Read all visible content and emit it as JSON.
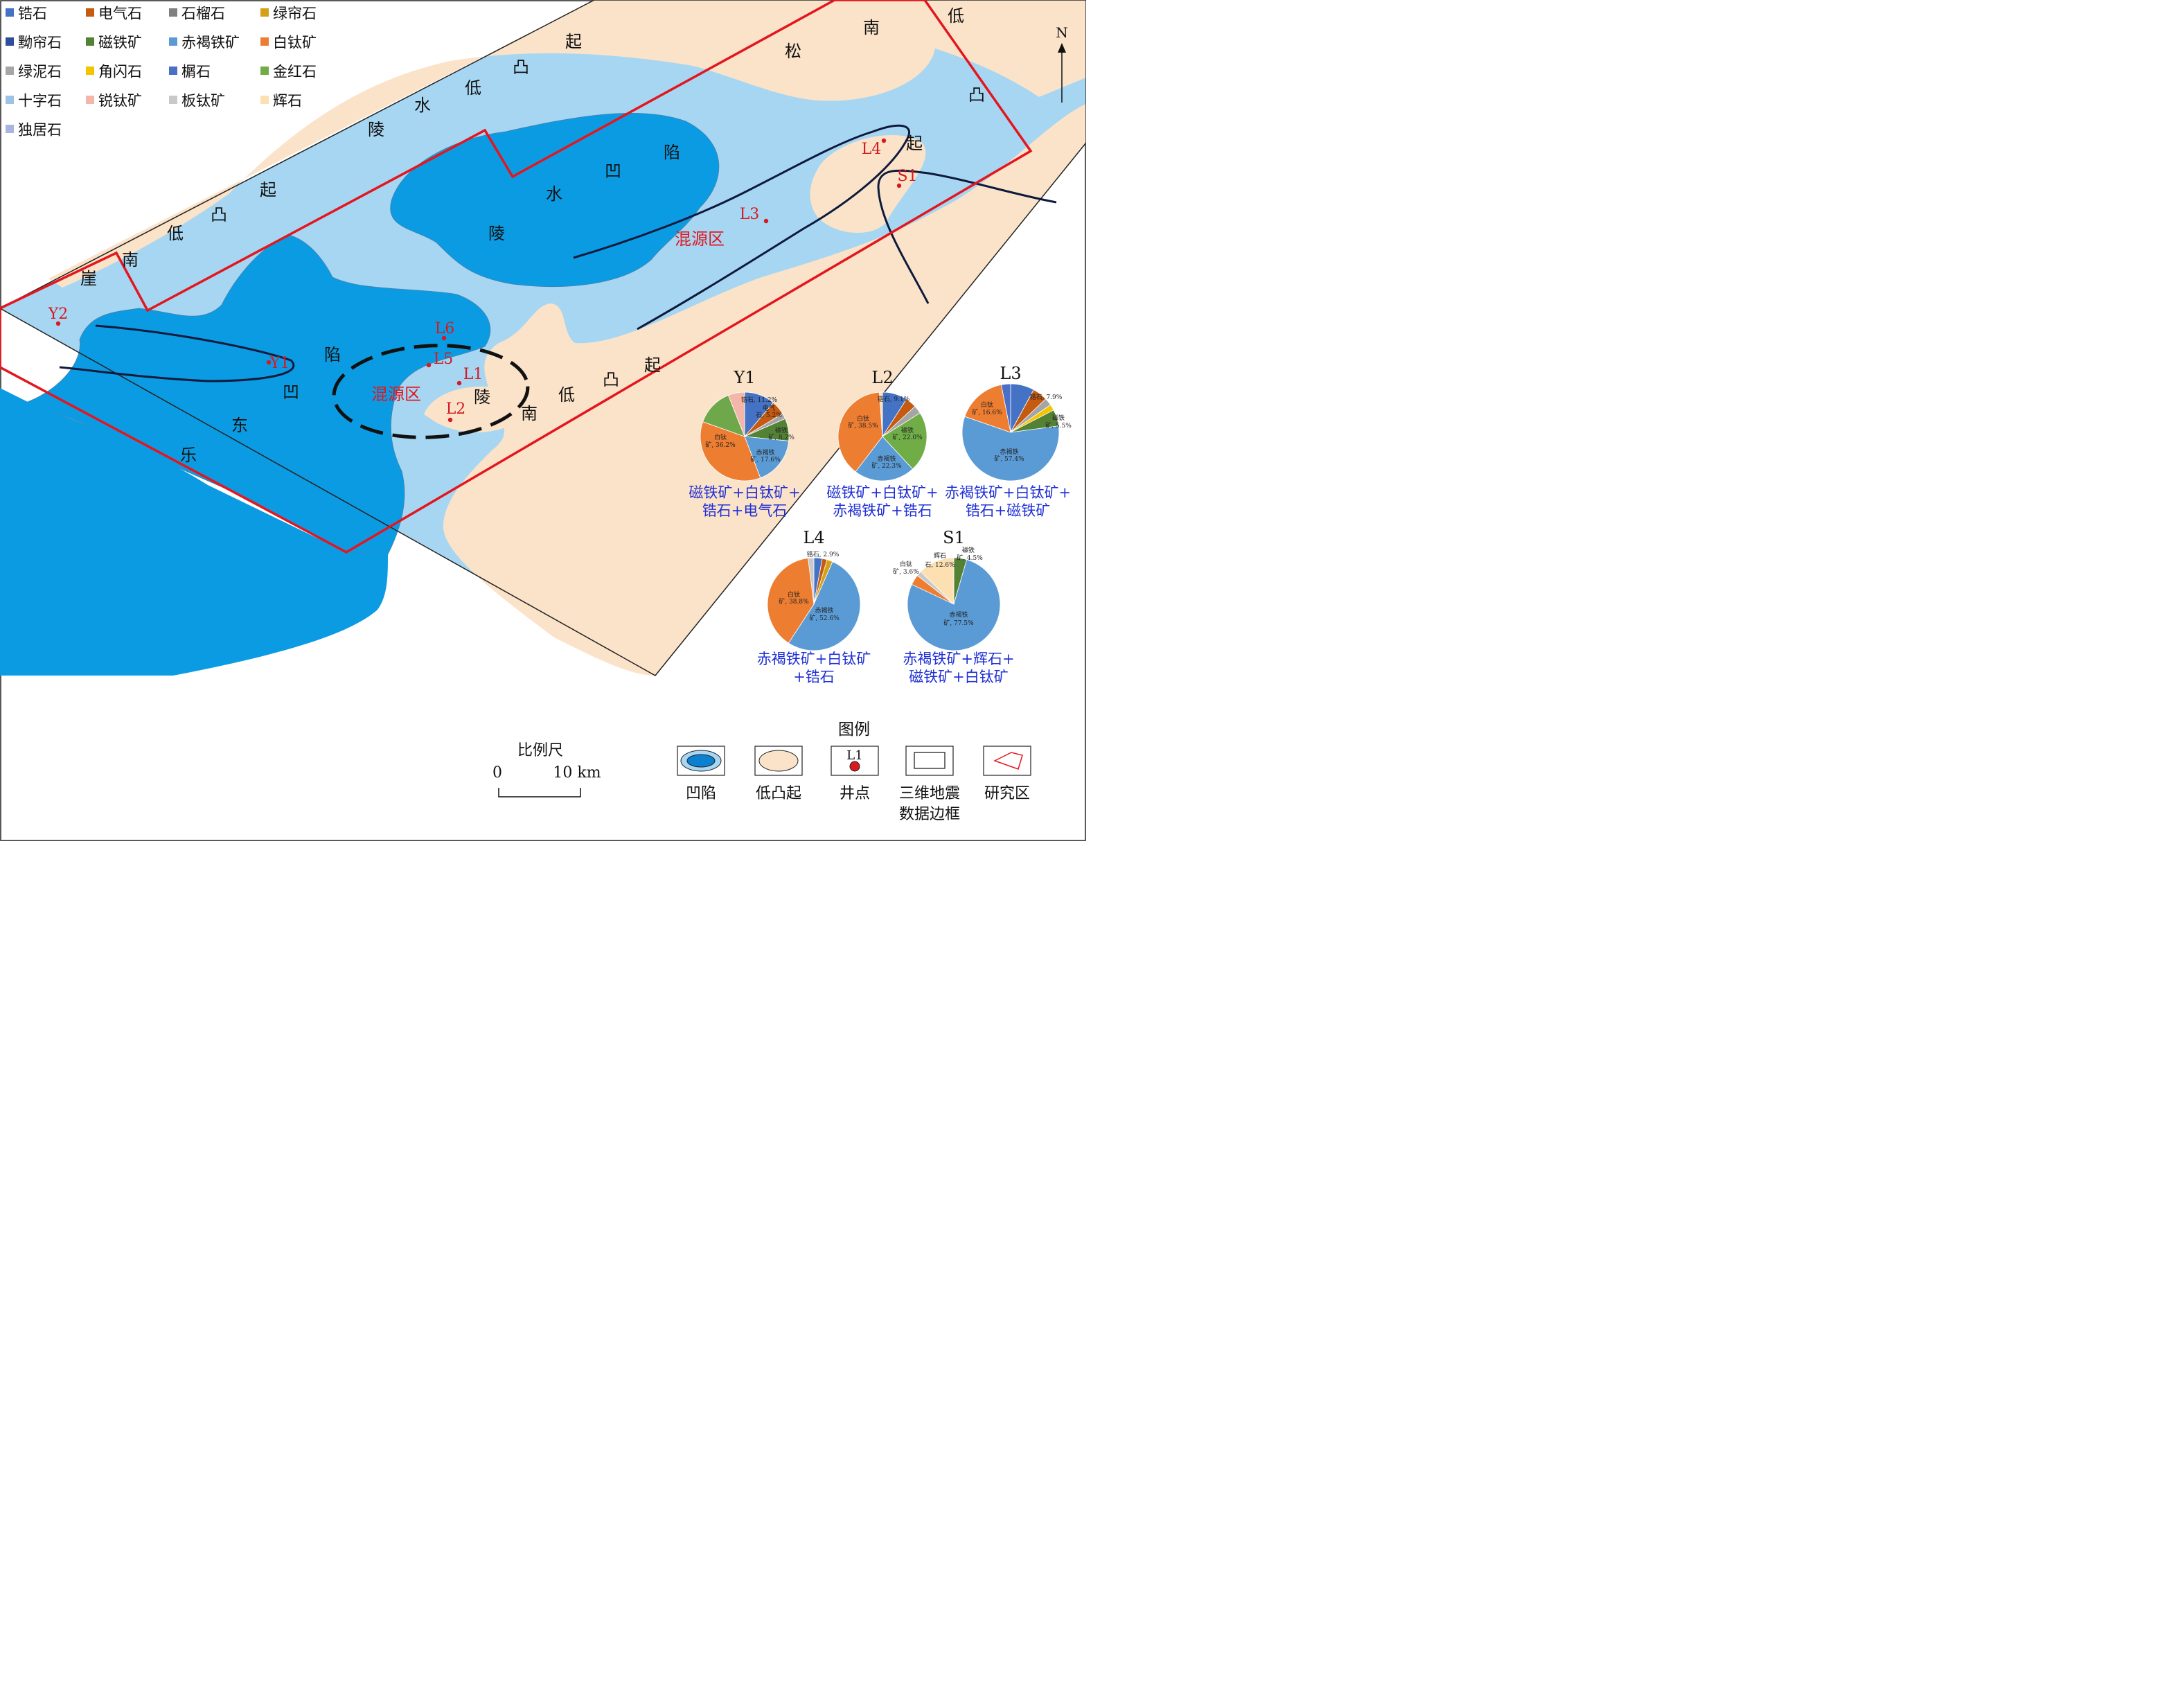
{
  "mineral_legend": [
    {
      "label": "锆石",
      "color": "#4472c4"
    },
    {
      "label": "电气石",
      "color": "#c55a11"
    },
    {
      "label": "石榴石",
      "color": "#808080"
    },
    {
      "label": "绿帘石",
      "color": "#d4a017"
    },
    {
      "label": "黝帘石",
      "color": "#2e4d9a"
    },
    {
      "label": "磁铁矿",
      "color": "#548235"
    },
    {
      "label": "赤褐铁矿",
      "color": "#5b9bd5"
    },
    {
      "label": "白钛矿",
      "color": "#ed7d31"
    },
    {
      "label": "绿泥石",
      "color": "#a6a6a6"
    },
    {
      "label": "角闪石",
      "color": "#f2c500"
    },
    {
      "label": "榍石",
      "color": "#4a6fc7"
    },
    {
      "label": "金红石",
      "color": "#70ad47"
    },
    {
      "label": "十字石",
      "color": "#9dc3e6"
    },
    {
      "label": "锐钛矿",
      "color": "#f4b6a9"
    },
    {
      "label": "板钛矿",
      "color": "#c9c9c9"
    },
    {
      "label": "辉石",
      "color": "#fce0b2"
    },
    {
      "label": "独居石",
      "color": "#a9b4e0"
    }
  ],
  "north_label": "N",
  "region_labels": {
    "north_uplift": [
      "松",
      "南",
      "低",
      "凸",
      "起"
    ],
    "lingshui_uplift": [
      "陵",
      "水",
      "低",
      "凸",
      "起"
    ],
    "yanan_uplift": [
      "崖",
      "南",
      "低",
      "凸",
      "起"
    ],
    "lingshui_sag": [
      "陵",
      "水",
      "凹",
      "陷"
    ],
    "ledong_sag": [
      "乐",
      "东",
      "凹",
      "陷"
    ],
    "lingnan_uplift": [
      "陵",
      "南",
      "低",
      "凸",
      "起"
    ],
    "mixed_zone_1": "混源区",
    "mixed_zone_2": "混源区"
  },
  "wells": [
    {
      "name": "Y2"
    },
    {
      "name": "Y1"
    },
    {
      "name": "L6"
    },
    {
      "name": "L5"
    },
    {
      "name": "L1"
    },
    {
      "name": "L2"
    },
    {
      "name": "L3"
    },
    {
      "name": "L4"
    },
    {
      "name": "S1"
    }
  ],
  "pies": [
    {
      "title": "Y1",
      "caption": [
        "磁铁矿+白钛矿+",
        "锆石+电气石"
      ],
      "slices": [
        {
          "mineral": "锆石",
          "value": 11.2,
          "color": "#4472c4"
        },
        {
          "mineral": "电气石",
          "value": 5.2,
          "color": "#c55a11"
        },
        {
          "mineral": "其他",
          "value": 2.0,
          "color": "#a5a5a5"
        },
        {
          "mineral": "磁铁矿",
          "value": 8.2,
          "color": "#548235"
        },
        {
          "mineral": "赤褐铁矿",
          "value": 17.6,
          "color": "#5b9bd5"
        },
        {
          "mineral": "白钛矿",
          "value": 36.2,
          "color": "#ed7d31"
        },
        {
          "mineral": "其他",
          "value": 13.6,
          "color": "#6fa84a"
        },
        {
          "mineral": "其他",
          "value": 6.0,
          "color": "#f4b6a9"
        }
      ],
      "labels": [
        "锆石, 11.2%",
        "电气",
        "石, 5.2%",
        "磁铁",
        "矿, 8.2%",
        "赤褐铁",
        "矿, 17.6%",
        "白钛",
        "矿, 36.2%"
      ]
    },
    {
      "title": "L2",
      "caption": [
        "磁铁矿+白钛矿+",
        "赤褐铁矿+锆石"
      ],
      "slices": [
        {
          "mineral": "锆石",
          "value": 9.1,
          "color": "#4472c4"
        },
        {
          "mineral": "电气石",
          "value": 4.0,
          "color": "#c55a11"
        },
        {
          "mineral": "其他",
          "value": 3.0,
          "color": "#a5a5a5"
        },
        {
          "mineral": "磁铁矿",
          "value": 22.0,
          "color": "#70ad47"
        },
        {
          "mineral": "赤褐铁矿",
          "value": 22.3,
          "color": "#5b9bd5"
        },
        {
          "mineral": "白钛矿",
          "value": 38.5,
          "color": "#ed7d31"
        },
        {
          "mineral": "其他",
          "value": 1.1,
          "color": "#fce0b2"
        }
      ],
      "labels": [
        "锆石, 9.1%",
        "磁铁",
        "矿, 22.0%",
        "赤褐铁",
        "矿, 22.3%",
        "白钛",
        "矿, 38.5%"
      ]
    },
    {
      "title": "L3",
      "caption": [
        "赤褐铁矿+白钛矿+",
        "锆石+磁铁矿"
      ],
      "slices": [
        {
          "mineral": "锆石",
          "value": 7.9,
          "color": "#4472c4"
        },
        {
          "mineral": "电气石",
          "value": 5.0,
          "color": "#c55a11"
        },
        {
          "mineral": "其他",
          "value": 2.5,
          "color": "#a5a5a5"
        },
        {
          "mineral": "其他",
          "value": 2.0,
          "color": "#f2c500"
        },
        {
          "mineral": "磁铁矿",
          "value": 5.5,
          "color": "#548235"
        },
        {
          "mineral": "赤褐铁矿",
          "value": 57.4,
          "color": "#5b9bd5"
        },
        {
          "mineral": "白钛矿",
          "value": 16.6,
          "color": "#ed7d31"
        },
        {
          "mineral": "其他",
          "value": 3.1,
          "color": "#4a6fc7"
        }
      ],
      "labels": [
        "锆石, 7.9%",
        "磁铁",
        "矿, 5.5%",
        "赤褐铁",
        "矿, 57.4%",
        "白钛",
        "矿, 16.6%"
      ]
    },
    {
      "title": "L4",
      "caption": [
        "赤褐铁矿+白钛矿",
        "+锆石"
      ],
      "slices": [
        {
          "mineral": "锆石",
          "value": 2.9,
          "color": "#4472c4"
        },
        {
          "mineral": "电气石",
          "value": 1.7,
          "color": "#c55a11"
        },
        {
          "mineral": "其他",
          "value": 2.0,
          "color": "#d4a017"
        },
        {
          "mineral": "赤褐铁矿",
          "value": 52.6,
          "color": "#5b9bd5"
        },
        {
          "mineral": "白钛矿",
          "value": 38.8,
          "color": "#ed7d31"
        },
        {
          "mineral": "其他",
          "value": 2.0,
          "color": "#c9c9c9"
        }
      ],
      "labels": [
        "锆石, 2.9%",
        "赤褐铁",
        "矿, 52.6%",
        "白钛",
        "矿, 38.8%"
      ]
    },
    {
      "title": "S1",
      "caption": [
        "赤褐铁矿+辉石+",
        "磁铁矿+白钛矿"
      ],
      "slices": [
        {
          "mineral": "磁铁矿",
          "value": 4.5,
          "color": "#548235"
        },
        {
          "mineral": "赤褐铁矿",
          "value": 77.5,
          "color": "#5b9bd5"
        },
        {
          "mineral": "白钛矿",
          "value": 3.6,
          "color": "#ed7d31"
        },
        {
          "mineral": "其他",
          "value": 1.8,
          "color": "#c9c9c9"
        },
        {
          "mineral": "辉石",
          "value": 12.6,
          "color": "#fce0b2"
        }
      ],
      "labels": [
        "磁铁",
        "矿, 4.5%",
        "赤褐铁",
        "矿, 77.5%",
        "白钛",
        "矿, 3.6%",
        "辉石",
        "石, 12.6%"
      ]
    }
  ],
  "scale_bar": {
    "title": "比例尺",
    "start": "0",
    "end": "10 km"
  },
  "map_legend": {
    "title": "图例",
    "items": [
      {
        "label": [
          "凹陷"
        ]
      },
      {
        "label": [
          "低凸起"
        ]
      },
      {
        "label": [
          "井点"
        ],
        "sample": "L1"
      },
      {
        "label": [
          "三维地震",
          "数据边框"
        ]
      },
      {
        "label": [
          "研究区"
        ]
      }
    ]
  },
  "colors": {
    "sag_deep": "#0b9be3",
    "sag_shallow": "#a7d6f2",
    "uplift": "#fbe3c9",
    "study_area": "#e3161e",
    "well": "#d71920",
    "fault": "#0e1a3c",
    "caption": "#1f2fd6"
  }
}
